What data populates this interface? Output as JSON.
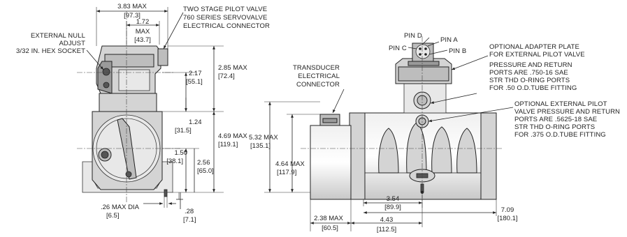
{
  "labels": {
    "external_null_1": "EXTERNAL NULL",
    "external_null_2": "ADJUST",
    "external_null_3": "3/32 IN. HEX SOCKET",
    "pilot_1": "TWO STAGE PILOT VALVE",
    "pilot_2": "760 SERIES SERVOVALVE",
    "pilot_3": "ELECTRICAL CONNECTOR",
    "transducer_1": "TRANSDUCER",
    "transducer_2": "ELECTRICAL",
    "transducer_3": "CONNECTOR",
    "pin_d": "PIN D",
    "pin_a": "PIN A",
    "pin_c": "PIN C",
    "pin_b": "PIN B",
    "adapter_1": "OPTIONAL ADAPTER PLATE",
    "adapter_2": "FOR EXTERNAL PILOT VALVE",
    "ports1_1": "PRESSURE AND RETURN",
    "ports1_2": "PORTS ARE .750-16 SAE",
    "ports1_3": "STR THD O-RING PORTS",
    "ports1_4": "FOR .50 O.D.TUBE FITTING",
    "ports2_1": "OPTIONAL EXTERNAL PILOT",
    "ports2_2": "VALVE PRESSURE AND RETURN",
    "ports2_3": "PORTS ARE .5625-18 SAE",
    "ports2_4": "STR THD O-RING PORTS",
    "ports2_5": "FOR .375 O.D.TUBE FITTING"
  },
  "dimensions": {
    "d383": "3.83 MAX",
    "d383mm": "[97.3]",
    "d172": "1.72",
    "d172max": "MAX",
    "d172mm": "[43.7]",
    "d285": "2.85 MAX",
    "d285mm": "[72.4]",
    "d217": "2.17",
    "d217mm": "[55.1]",
    "d124": "1.24",
    "d124mm": "[31.5]",
    "d469": "4.69 MAX",
    "d469mm": "[119.1]",
    "d150": "1.50",
    "d150mm": "[38.1]",
    "d256": "2.56",
    "d256mm": "[65.0]",
    "d26": ".26 MAX DIA",
    "d26mm": "[6.5]",
    "d28": ".28",
    "d28mm": "[7.1]",
    "d532": "5.32 MAX",
    "d532mm": "[135.1]",
    "d464": "4.64 MAX",
    "d464mm": "[117.9]",
    "d354": "3.54",
    "d354mm": "[89.9]",
    "d709": "7.09",
    "d709mm": "[180.1]",
    "d238": "2.38 MAX",
    "d238mm": "[60.5]",
    "d443": "4.43",
    "d443mm": "[112.5]"
  }
}
